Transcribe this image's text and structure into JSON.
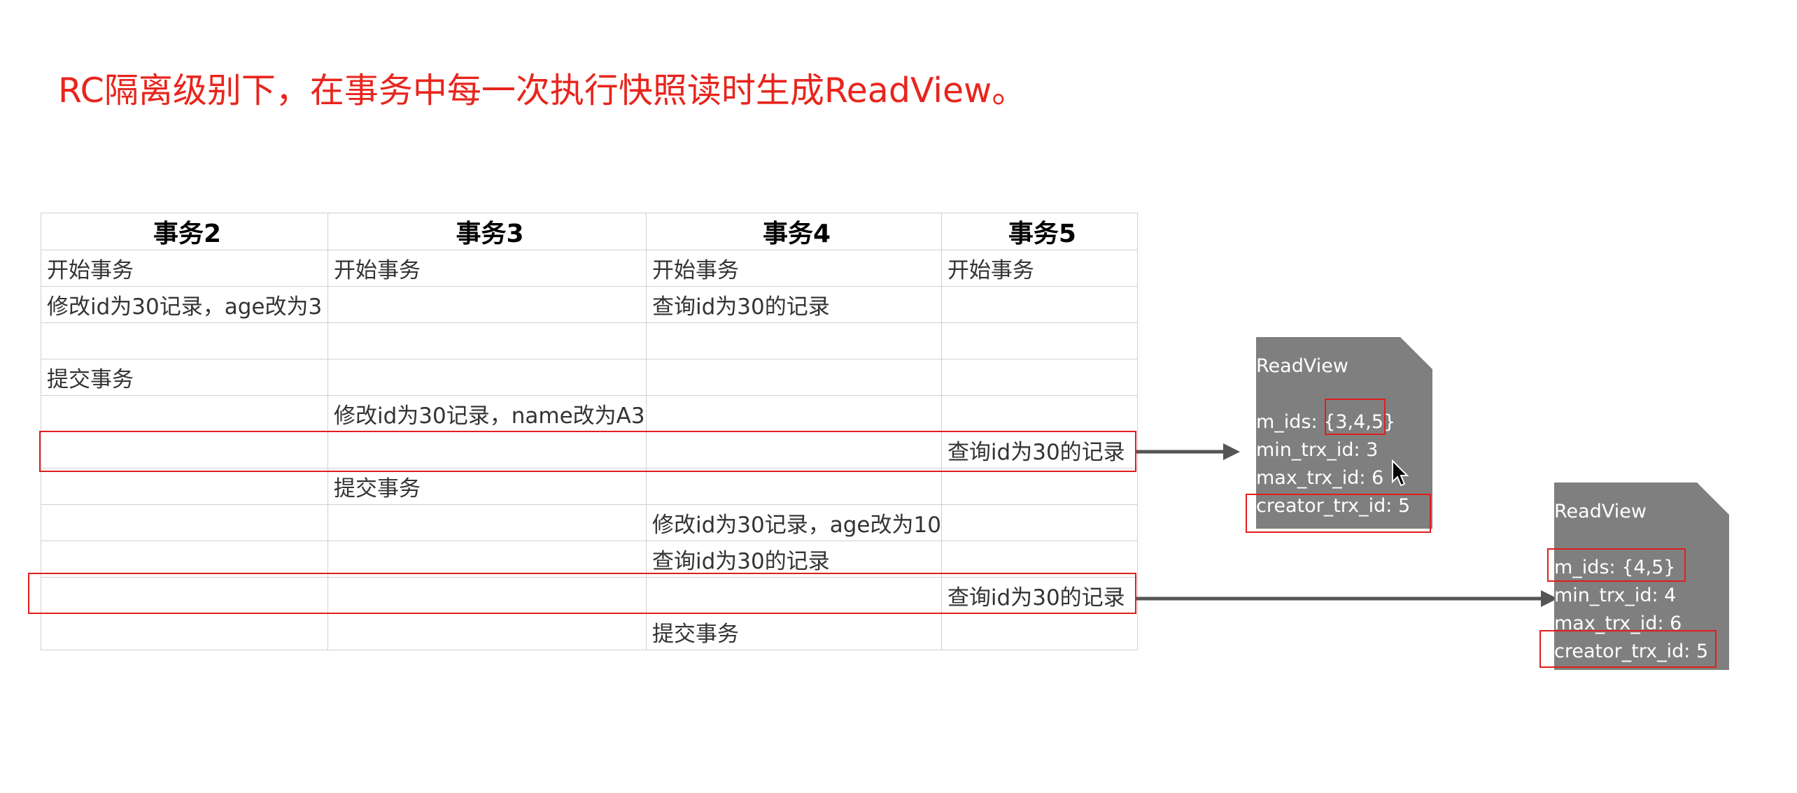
{
  "heading": "RC隔离级别下，在事务中每一次执行快照读时生成ReadView。",
  "table": {
    "columns": [
      "事务2",
      "事务3",
      "事务4",
      "事务5"
    ],
    "rows": [
      [
        "开始事务",
        "开始事务",
        "开始事务",
        "开始事务"
      ],
      [
        "修改id为30记录，age改为3",
        "",
        "查询id为30的记录",
        ""
      ],
      [
        "",
        "",
        "",
        ""
      ],
      [
        "提交事务",
        "",
        "",
        ""
      ],
      [
        "",
        "修改id为30记录，name改为A3",
        "",
        ""
      ],
      [
        "",
        "",
        "",
        "查询id为30的记录"
      ],
      [
        "",
        "提交事务",
        "",
        ""
      ],
      [
        "",
        "",
        "修改id为30记录，age改为10",
        ""
      ],
      [
        "",
        "",
        "查询id为30的记录",
        ""
      ],
      [
        "",
        "",
        "",
        "查询id为30的记录"
      ],
      [
        "",
        "",
        "提交事务",
        ""
      ]
    ]
  },
  "readviews": [
    {
      "title": "ReadView",
      "m_ids": "m_ids: {3,4,5}",
      "min_trx_id": "min_trx_id: 3",
      "max_trx_id": "max_trx_id: 6",
      "creator_trx_id": "creator_trx_id: 5"
    },
    {
      "title": "ReadView",
      "m_ids": "m_ids: {4,5}",
      "min_trx_id": "min_trx_id: 4",
      "max_trx_id": "max_trx_id: 6",
      "creator_trx_id": "creator_trx_id: 5"
    }
  ],
  "colors": {
    "heading": "#e8251d",
    "highlight": "#e01e1e",
    "readview_bg": "#7f7f7f",
    "arrow": "#555555"
  }
}
